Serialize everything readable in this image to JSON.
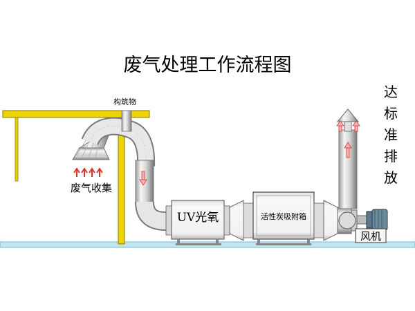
{
  "title": "废气处理工作流程图",
  "labels": {
    "building": "构筑物",
    "collection": "废气收集",
    "uv": "UV光氧",
    "carbon": "活性炭吸附箱",
    "fan": "风机"
  },
  "discharge": [
    "达",
    "标",
    "准",
    "排",
    "放"
  ],
  "colors": {
    "structure": "#ecd400",
    "structure_edge": "#8a7a00",
    "ground": "#bfe6ee",
    "pipe_light": "#f4f4f4",
    "pipe_dark": "#8a8a8a",
    "arrow_fill": "#f4b4b4",
    "arrow_edge": "#e03030"
  },
  "icons": [
    "up-arrow-icon",
    "down-arrow-icon"
  ]
}
